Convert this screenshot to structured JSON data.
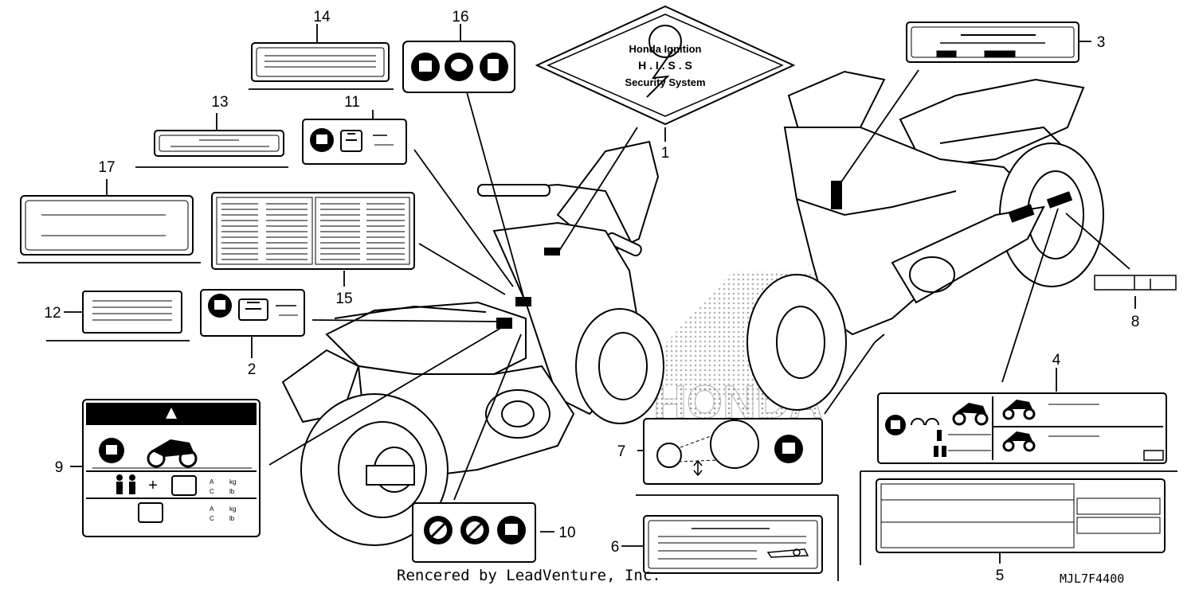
{
  "callouts": [
    "1",
    "2",
    "3",
    "4",
    "5",
    "6",
    "7",
    "8",
    "9",
    "10",
    "11",
    "12",
    "13",
    "14",
    "15",
    "16",
    "17"
  ],
  "emblem": {
    "line1": "Honda Ignition",
    "line2": "H . I . S . S",
    "line3": "Security System"
  },
  "brand_watermark": "HONDA",
  "part_code": "MJL7F4400",
  "footer_credit": "Rencered by LeadVenture, Inc.",
  "label9": {
    "unit_kg": "kg",
    "unit_lb": "lb",
    "prefix_a": "A",
    "prefix_c": "C"
  },
  "colors": {
    "ink": "#000000",
    "paper": "#ffffff",
    "halftone": "#9a9a9a"
  }
}
